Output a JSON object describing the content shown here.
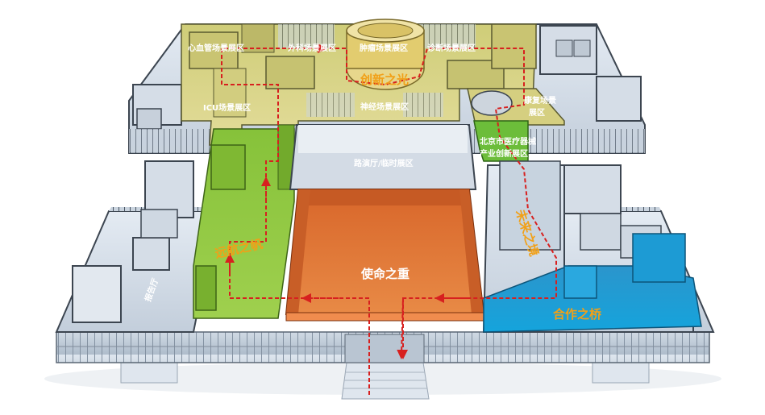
{
  "zones": {
    "cardio": "心血管场景展区",
    "surgery": "外科场景展区",
    "tumor": "肿瘤场景展区",
    "diagnosis": "诊断场景展区",
    "icu": "ICU场景展区",
    "neuro": "神经场景展区",
    "rehab_line1": "康复场景",
    "rehab_line2": "展区",
    "beijing_line1": "北京市医疗器械",
    "beijing_line2": "产业创新展区",
    "roadshow": "路演厅/临时展区",
    "lecture": "报告厅"
  },
  "themes": {
    "innovation_light": "创新之光",
    "voyage_sail": "远航之帆",
    "mission_weight": "使命之重",
    "future_realm": "未来之境",
    "cooperation_bridge": "合作之桥"
  },
  "colors": {
    "yellow_zone": "#d6d27c",
    "green_zone": "#8cc63f",
    "orange_zone": "#e07a32",
    "blue_zone": "#1f9fd6",
    "gray_zone": "#c9d4e0",
    "route": "#d7201f",
    "theme_text": "#f1a018"
  }
}
